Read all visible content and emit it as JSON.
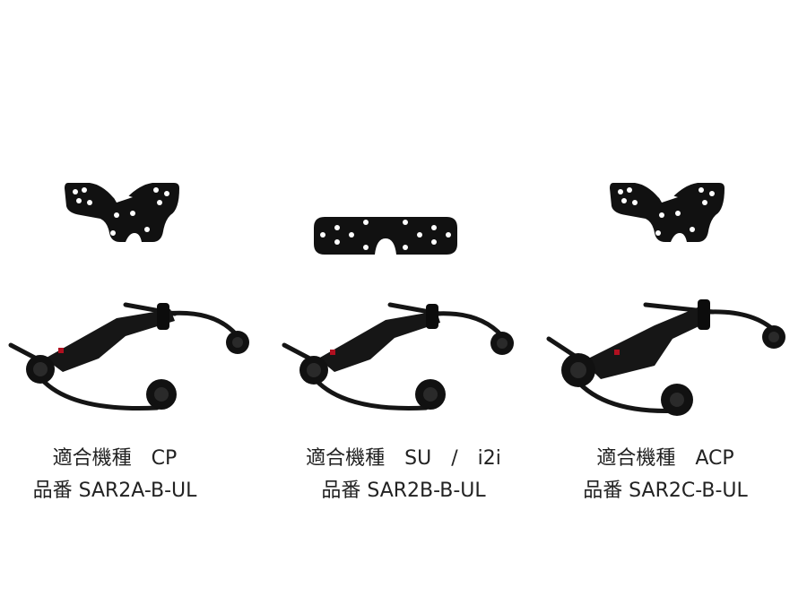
{
  "products": [
    {
      "compatible_label": "適合機種　CP",
      "part_number": "品番 SAR2A-B-UL",
      "plate": "wing-plate"
    },
    {
      "compatible_label": "適合機種　SU　/　i2i",
      "part_number": "品番 SAR2B-B-UL",
      "plate": "flat-plate"
    },
    {
      "compatible_label": "適合機種　ACP",
      "part_number": "品番 SAR2C-B-UL",
      "plate": "wing-plate"
    }
  ],
  "colors": {
    "product": "#111111",
    "accent": "#b01020",
    "text": "#222222",
    "background": "#ffffff"
  }
}
